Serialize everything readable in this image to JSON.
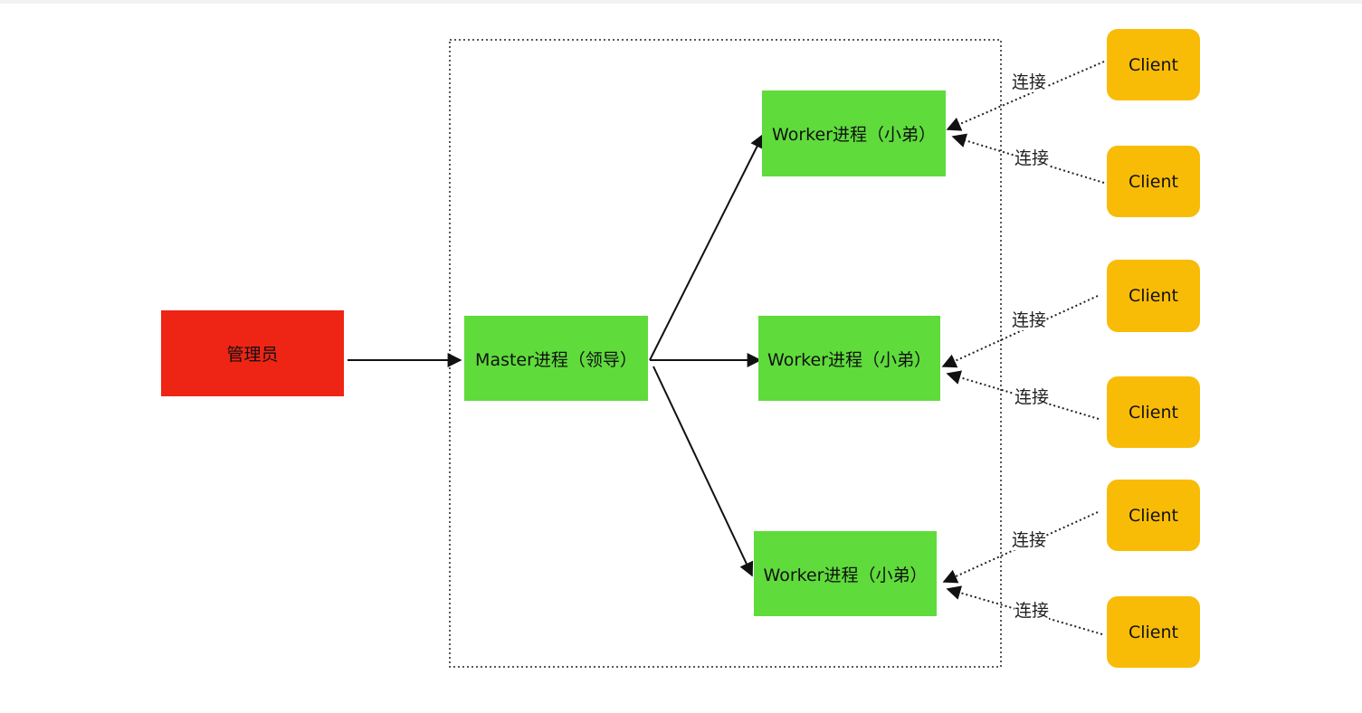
{
  "diagram": {
    "admin": {
      "label": "管理员",
      "color": "#ee2515"
    },
    "master": {
      "label": "Master进程（领导）",
      "color": "#5fdb3c"
    },
    "workers": [
      {
        "label": "Worker进程（小弟）"
      },
      {
        "label": "Worker进程（小弟）"
      },
      {
        "label": "Worker进程（小弟）"
      }
    ],
    "clients": [
      {
        "label": "Client"
      },
      {
        "label": "Client"
      },
      {
        "label": "Client"
      },
      {
        "label": "Client"
      },
      {
        "label": "Client"
      },
      {
        "label": "Client"
      }
    ],
    "connection_labels": [
      "连接",
      "连接",
      "连接",
      "连接",
      "连接",
      "连接"
    ],
    "colors": {
      "worker": "#5fdb3c",
      "client": "#f8bc07",
      "line": "#111111"
    }
  }
}
